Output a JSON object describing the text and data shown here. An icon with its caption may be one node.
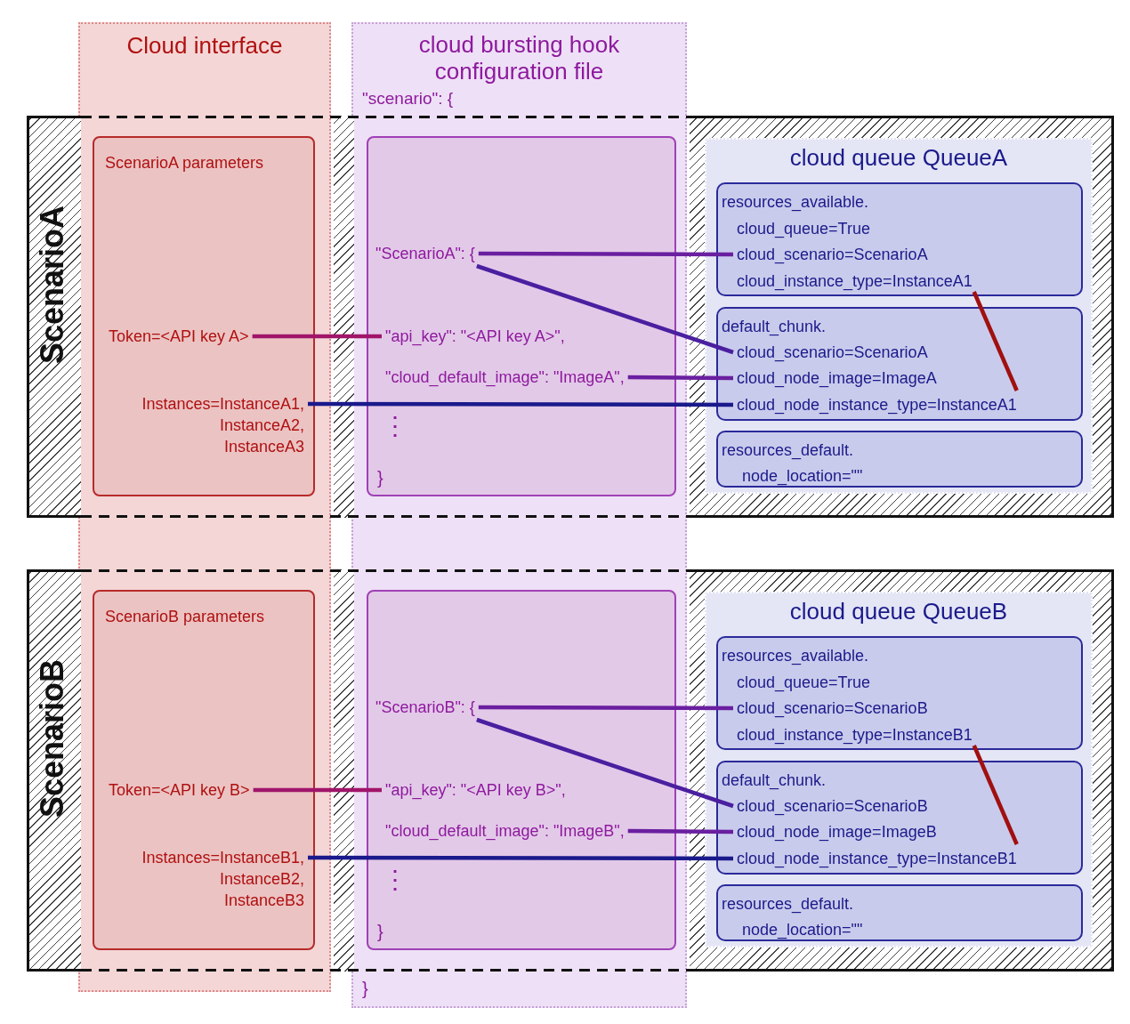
{
  "diagram": {
    "nodes": [
      {
        "text": [
          "ScenarioA"
        ]
      },
      {
        "text": [
          "ScenarioA parameters"
        ],
        "in": 0
      },
      {
        "text": [
          "Token=<API key A>"
        ],
        "in": 1
      },
      {
        "text": [
          "Instances=InstanceA1, InstanceA2, InstanceA3"
        ],
        "in": 1
      },
      {
        "text": [
          "⋮",
          "}"
        ],
        "in": 0
      },
      {
        "text": [
          "\"ScenarioA\": {"
        ],
        "in": 4
      },
      {
        "text": [
          "\"api_key\": \"<API key A>\","
        ],
        "in": 4
      },
      {
        "text": [
          "\"cloud_default_image\": \"ImageA\","
        ],
        "in": 4
      },
      {
        "text": [
          "cloud queue QueueA"
        ],
        "in": 0
      },
      {
        "text": [
          "resources_available."
        ],
        "in": 8
      },
      {
        "text": [
          "cloud_queue=True"
        ],
        "in": 9
      },
      {
        "text": [
          "cloud_scenario=ScenarioA"
        ],
        "in": 9
      },
      {
        "text": [
          "cloud_instance_type=InstanceA1"
        ],
        "in": 9
      },
      {
        "text": [
          "default_chunk."
        ],
        "in": 8
      },
      {
        "text": [
          "cloud_scenario=ScenarioA"
        ],
        "in": 13
      },
      {
        "text": [
          "cloud_node_image=ImageA"
        ],
        "in": 13
      },
      {
        "text": [
          "cloud_node_instance_type=InstanceA1"
        ],
        "in": 13
      },
      {
        "text": [
          "resources_default.",
          "node_location=\"\""
        ],
        "in": 8
      },
      {
        "text": [
          "ScenarioB"
        ]
      },
      {
        "text": [
          "ScenarioB parameters"
        ],
        "in": 18
      },
      {
        "text": [
          "Token=<API key B>"
        ],
        "in": 19
      },
      {
        "text": [
          "Instances=InstanceB1, InstanceB2, InstanceB3"
        ],
        "in": 19
      },
      {
        "text": [
          "⋮",
          "}"
        ],
        "in": 18
      },
      {
        "text": [
          "\"ScenarioB\": {"
        ],
        "in": 22
      },
      {
        "text": [
          "\"api_key\": \"<API key B>\","
        ],
        "in": 22
      },
      {
        "text": [
          "\"cloud_default_image\": \"ImageB\","
        ],
        "in": 22
      },
      {
        "text": [
          "cloud queue QueueB"
        ],
        "in": 18
      },
      {
        "text": [
          "resources_available."
        ],
        "in": 26
      },
      {
        "text": [
          "cloud_queue=True"
        ],
        "in": 27
      },
      {
        "text": [
          "cloud_scenario=ScenarioB"
        ],
        "in": 27
      },
      {
        "text": [
          "cloud_instance_type=InstanceB1"
        ],
        "in": 27
      },
      {
        "text": [
          "default_chunk."
        ],
        "in": 26
      },
      {
        "text": [
          "cloud_scenario=ScenarioB"
        ],
        "in": 31
      },
      {
        "text": [
          "cloud_node_image=ImageB"
        ],
        "in": 31
      },
      {
        "text": [
          "cloud_node_instance_type=InstanceB1"
        ],
        "in": 31
      },
      {
        "text": [
          "resources_default.",
          "node_location=\"\""
        ],
        "in": 26
      }
    ],
    "edges": [
      {
        "from": 5,
        "to": 11,
        "arrow": "none",
        "color": "#6a1fa0"
      },
      {
        "from": 5,
        "to": 14,
        "arrow": "none",
        "color": "#4a1fa0"
      },
      {
        "from": 2,
        "to": 6,
        "arrow": "none",
        "color": "#a0156a"
      },
      {
        "from": 7,
        "to": 15,
        "arrow": "none",
        "color": "#6a1fa0"
      },
      {
        "from": 3,
        "to": 16,
        "arrow": "none",
        "color": "#1a1a8c"
      },
      {
        "from": 12,
        "to": 16,
        "arrow": "none",
        "color": "#a01010"
      },
      {
        "from": 23,
        "to": 29,
        "arrow": "none",
        "color": "#6a1fa0"
      },
      {
        "from": 23,
        "to": 32,
        "arrow": "none",
        "color": "#4a1fa0"
      },
      {
        "from": 20,
        "to": 24,
        "arrow": "none",
        "color": "#a0156a"
      },
      {
        "from": 25,
        "to": 33,
        "arrow": "none",
        "color": "#6a1fa0"
      },
      {
        "from": 21,
        "to": 34,
        "arrow": "none",
        "color": "#1a1a8c"
      },
      {
        "from": 30,
        "to": 34,
        "arrow": "none",
        "color": "#a01010"
      }
    ],
    "labels": [
      "Cloud interface",
      "cloud bursting hook configuration file",
      "\"scenario\": {",
      "}"
    ]
  }
}
